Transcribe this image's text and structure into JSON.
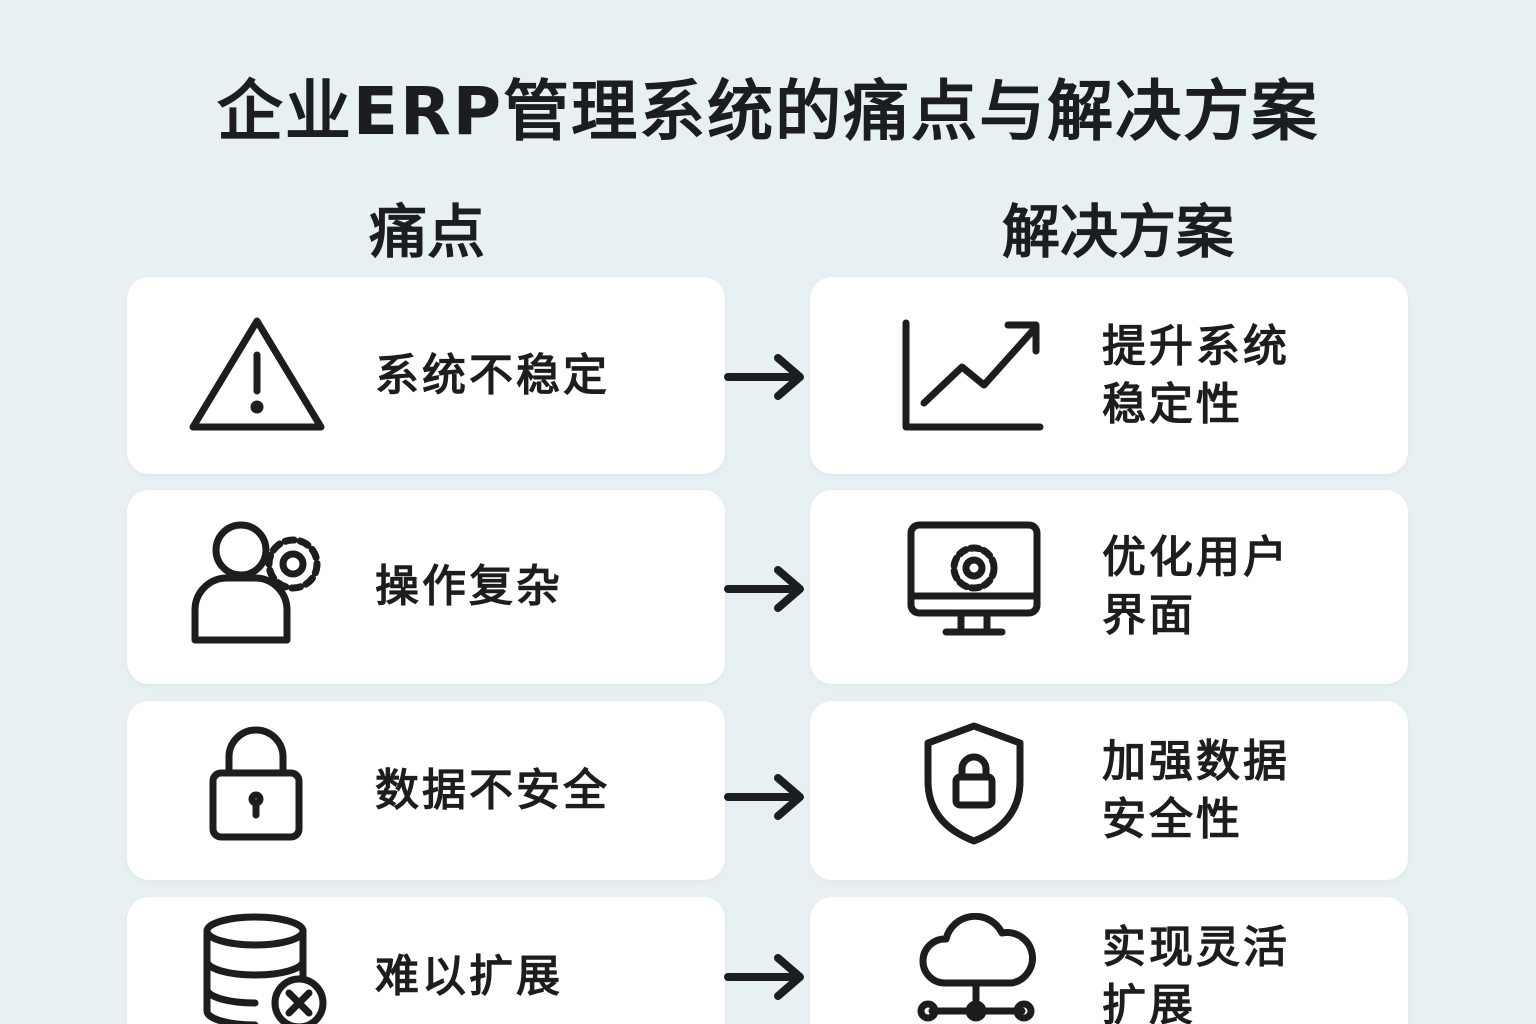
{
  "title": "企业ERP管理系统的痛点与解决方案",
  "headers": {
    "pain": "痛点",
    "solution": "解决方案"
  },
  "rows": [
    {
      "pain": "系统不稳定",
      "pain_icon": "warning-icon",
      "solution": "提升系统稳定性",
      "solution_icon": "trend-up-chart-icon"
    },
    {
      "pain": "操作复杂",
      "pain_icon": "user-gear-icon",
      "solution": "优化用户界面",
      "solution_icon": "monitor-gear-icon"
    },
    {
      "pain": "数据不安全",
      "pain_icon": "lock-icon",
      "solution": "加强数据安全性",
      "solution_icon": "shield-lock-icon"
    },
    {
      "pain": "难以扩展",
      "pain_icon": "database-x-icon",
      "solution": "实现灵活扩展",
      "solution_icon": "cloud-network-icon"
    }
  ]
}
